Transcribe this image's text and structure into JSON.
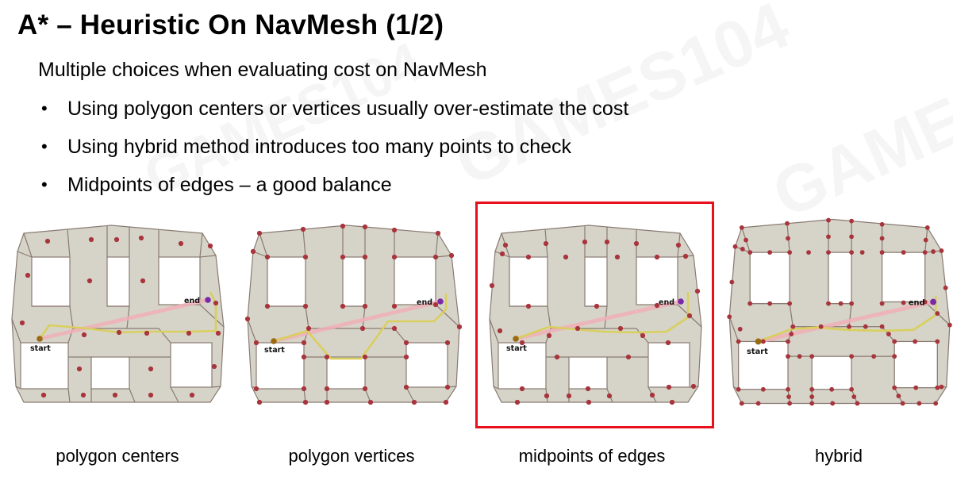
{
  "title": "A* – Heuristic On NavMesh (1/2)",
  "subtitle": "Multiple choices when evaluating cost on NavMesh",
  "bullets": [
    "Using polygon centers or vertices usually over-estimate the cost",
    "Using hybrid method introduces too many points to check",
    "Midpoints of edges – a good balance"
  ],
  "watermark": "GAMES104",
  "panels": [
    {
      "caption": "polygon centers",
      "start_label": "start",
      "end_label": "end"
    },
    {
      "caption": "polygon vertices",
      "start_label": "start",
      "end_label": "end"
    },
    {
      "caption": "midpoints of edges",
      "start_label": "start",
      "end_label": "end"
    },
    {
      "caption": "hybrid",
      "start_label": "start",
      "end_label": "end"
    }
  ],
  "colors": {
    "mesh_fill": "#d6d4c8",
    "mesh_stroke": "#8a7a72",
    "point": "#a8343c",
    "path": "#d9cf5e",
    "straight_line": "#f0b0b8",
    "start_point": "#9a6a12",
    "end_point": "#7a2aa8",
    "highlight": "#e8101a"
  }
}
